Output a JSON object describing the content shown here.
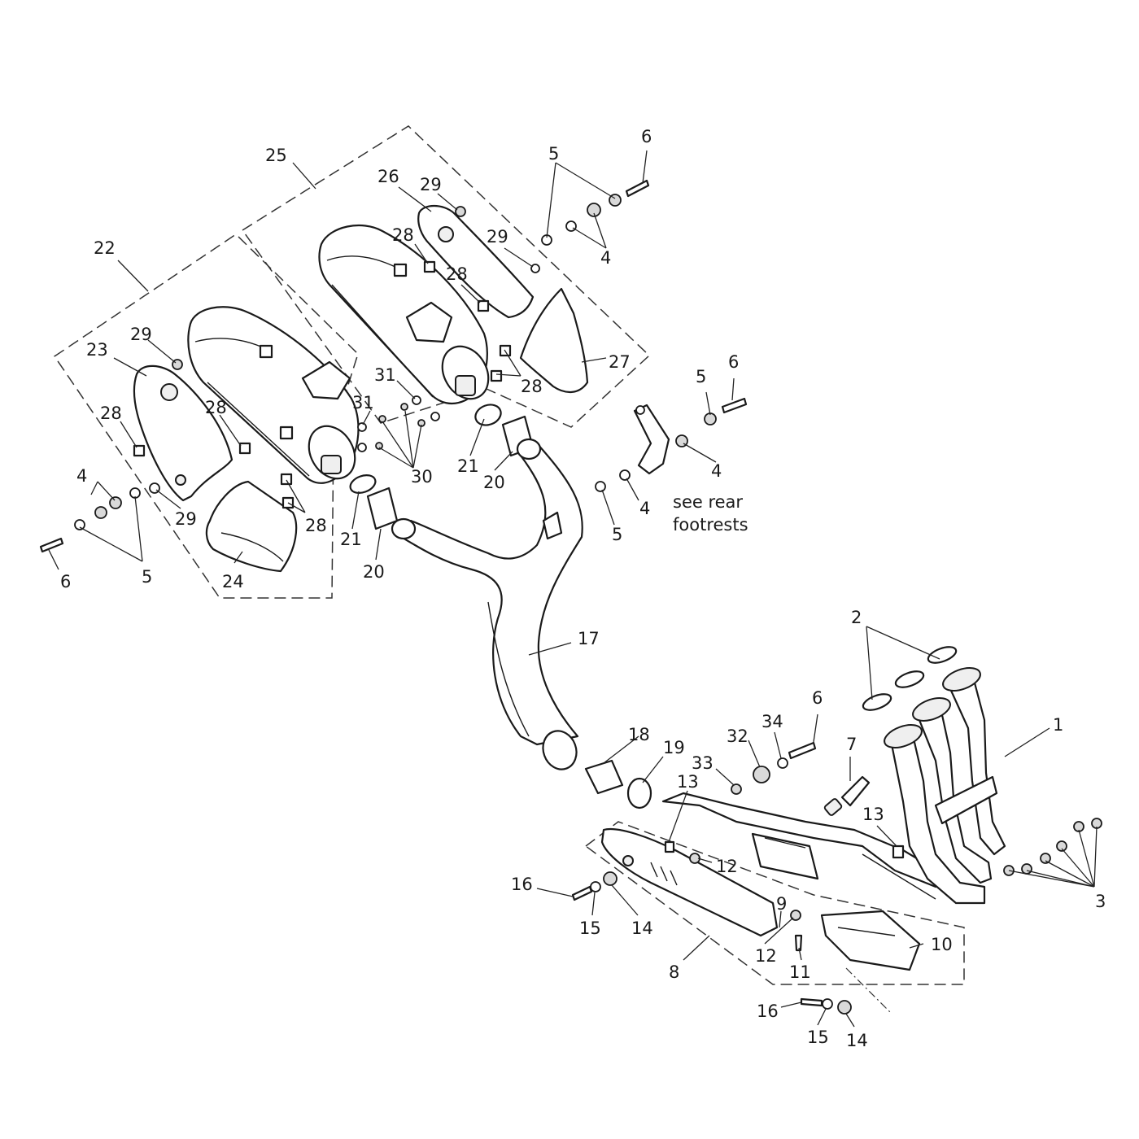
{
  "callouts": {
    "c1": "1",
    "c2": "2",
    "c3": "3",
    "c4a": "4",
    "c4b": "4",
    "c4c": "4",
    "c4d": "4",
    "c5a": "5",
    "c5b": "5",
    "c5c": "5",
    "c5d": "5",
    "c6a": "6",
    "c6b": "6",
    "c6c": "6",
    "c6d": "6",
    "c7": "7",
    "c8": "8",
    "c9": "9",
    "c10": "10",
    "c11": "11",
    "c12a": "12",
    "c12b": "12",
    "c13a": "13",
    "c13b": "13",
    "c14a": "14",
    "c14b": "14",
    "c15a": "15",
    "c15b": "15",
    "c16a": "16",
    "c16b": "16",
    "c17": "17",
    "c18": "18",
    "c19": "19",
    "c20a": "20",
    "c20b": "20",
    "c21a": "21",
    "c21b": "21",
    "c22": "22",
    "c23": "23",
    "c24": "24",
    "c25": "25",
    "c26": "26",
    "c27": "27",
    "c28a": "28",
    "c28b": "28",
    "c28c": "28",
    "c28d": "28",
    "c28e": "28",
    "c29a": "29",
    "c29b": "29",
    "c29c": "29",
    "c29d": "29",
    "c30": "30",
    "c31a": "31",
    "c31b": "31",
    "c32": "32",
    "c33": "33",
    "c34": "34"
  },
  "note": {
    "line1": "see rear",
    "line2": "footrests"
  }
}
